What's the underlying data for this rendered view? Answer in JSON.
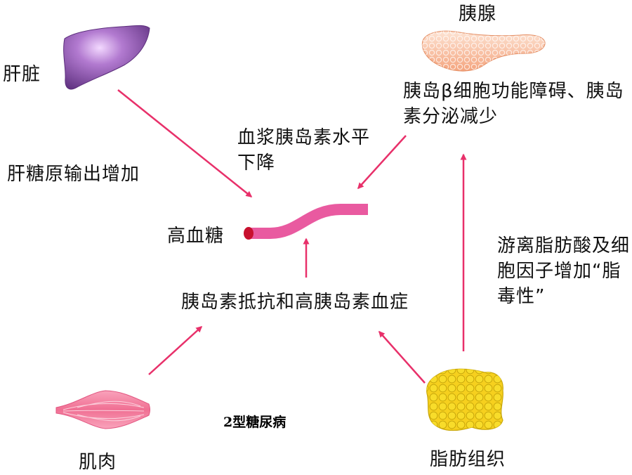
{
  "labels": {
    "liver": "肝脏",
    "pancreas": "胰腺",
    "beta_cell_dysfunction": "胰岛β细胞功能障碍、胰岛素分泌减少",
    "plasma_insulin_drop": "血浆胰岛素水平下降",
    "hepatic_glycogen_output": "肝糖原输出增加",
    "hyperglycemia": "高血糖",
    "ffa_cytokines": "游离脂肪酸及细胞因子增加“脂毒性”",
    "insulin_resistance": "胰岛素抵抗和高胰岛素血症",
    "muscle": "肌肉",
    "adipose": "脂肪组织",
    "caption": "2型糖尿病"
  },
  "colors": {
    "arrow": "#e8306a",
    "blood_vessel": "#e95aa0",
    "vessel_end": "#c8102e",
    "liver": "#8a5aa8",
    "pancreas": "#f7b89a",
    "muscle": "#f27a9a",
    "adipose": "#f5d21c"
  }
}
